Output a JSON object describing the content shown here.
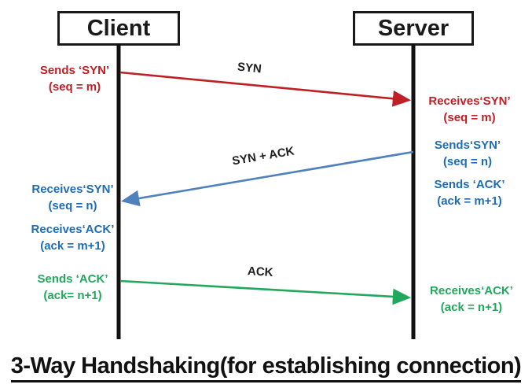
{
  "title": "3-Way Handshaking(for establishing connection)",
  "actors": {
    "client": "Client",
    "server": "Server"
  },
  "colors": {
    "syn": "#bf2026",
    "syn_ack_line": "#4f81bd",
    "syn_ack_text": "#1f6cb5",
    "ack": "#22a85c",
    "lifeline": "#111111"
  },
  "messages": {
    "syn": "SYN",
    "syn_ack": "SYN + ACK",
    "ack": "ACK"
  },
  "annotations": {
    "client_sends_syn": {
      "line1": "Sends ‘SYN’",
      "line2": "(seq = m)"
    },
    "server_receives_syn": {
      "line1": "Receives‘SYN’",
      "line2": "(seq = m)"
    },
    "server_sends_syn": {
      "line1": "Sends‘SYN’",
      "line2": "(seq = n)"
    },
    "client_receives_syn": {
      "line1": "Receives‘SYN’",
      "line2": "(seq = n)"
    },
    "client_receives_ack": {
      "line1": "Receives‘ACK’",
      "line2": "(ack = m+1)"
    },
    "server_sends_ack": {
      "line1": "Sends ‘ACK’",
      "line2": "(ack = m+1)"
    },
    "client_sends_ack": {
      "line1": "Sends ‘ACK’",
      "line2": "(ack= n+1)"
    },
    "server_receives_ack": {
      "line1": "Receives‘ACK’",
      "line2": "(ack = n+1)"
    }
  }
}
